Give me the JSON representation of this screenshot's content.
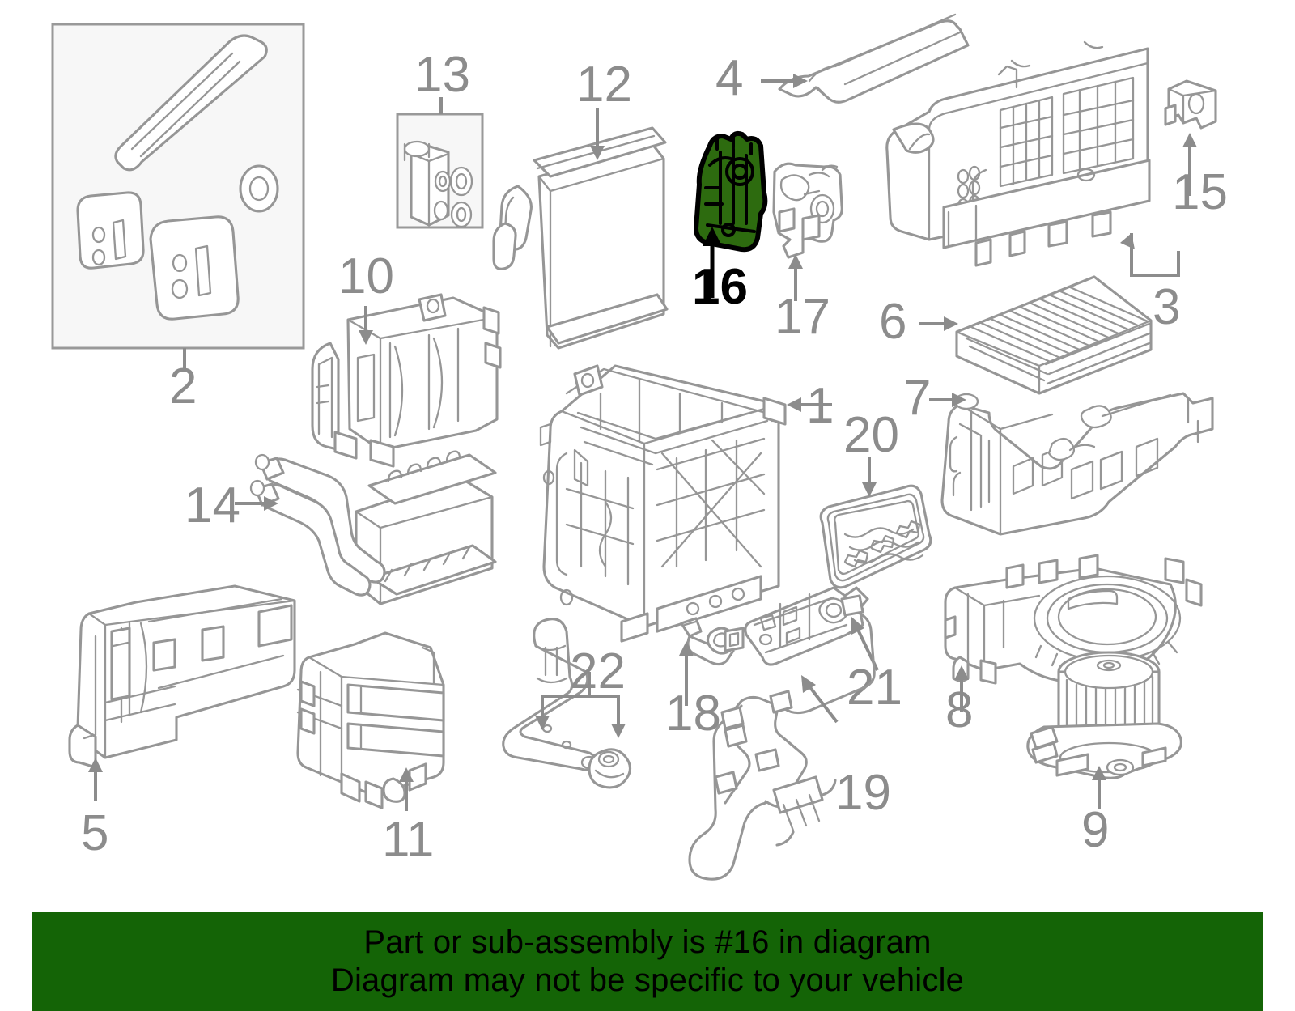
{
  "image_type": "automotive-parts-exploded-diagram",
  "subject": "HVAC heater / air conditioner unit exploded parts diagram",
  "highlight": {
    "callout_number": "16",
    "part_color": "#2d6b0f",
    "outline_color": "#000000",
    "description": "Highlighted actuator motor shown in green"
  },
  "banner": {
    "background_color": "#146406",
    "text_color": "#000000",
    "line1": "Part or sub-assembly is #16 in diagram",
    "line2": "Diagram may not be specific to your vehicle"
  },
  "callouts": [
    {
      "id": "1",
      "label": "1",
      "part": "hvac-case-assembly",
      "highlighted": false
    },
    {
      "id": "2",
      "label": "2",
      "part": "seal-and-gasket-group-boxed",
      "highlighted": false
    },
    {
      "id": "3",
      "label": "3",
      "part": "blower-housing",
      "highlighted": false
    },
    {
      "id": "4",
      "label": "4",
      "part": "air-duct",
      "highlighted": false
    },
    {
      "id": "5",
      "label": "5",
      "part": "side-case-bracket",
      "highlighted": false
    },
    {
      "id": "6",
      "label": "6",
      "part": "cabin-air-filter",
      "highlighted": false
    },
    {
      "id": "7",
      "label": "7",
      "part": "lower-case-half",
      "highlighted": false
    },
    {
      "id": "8",
      "label": "8",
      "part": "blower-scroll-housing",
      "highlighted": false
    },
    {
      "id": "9",
      "label": "9",
      "part": "blower-motor-fan",
      "highlighted": false
    },
    {
      "id": "10",
      "label": "10",
      "part": "case-side-cover",
      "highlighted": false
    },
    {
      "id": "11",
      "label": "11",
      "part": "rear-duct-case",
      "highlighted": false
    },
    {
      "id": "12",
      "label": "12",
      "part": "evaporator-core",
      "highlighted": false
    },
    {
      "id": "13",
      "label": "13",
      "part": "expansion-valve-kit-boxed",
      "highlighted": false
    },
    {
      "id": "14",
      "label": "14",
      "part": "heater-core",
      "highlighted": false
    },
    {
      "id": "15",
      "label": "15",
      "part": "bracket-clip",
      "highlighted": false
    },
    {
      "id": "16",
      "label": "16",
      "part": "mode-door-actuator-motor",
      "highlighted": true
    },
    {
      "id": "17",
      "label": "17",
      "part": "linkage-lever-arm",
      "highlighted": false
    },
    {
      "id": "18",
      "label": "18",
      "part": "temperature-sensor",
      "highlighted": false
    },
    {
      "id": "19",
      "label": "19",
      "part": "wiring-harness",
      "highlighted": false
    },
    {
      "id": "20",
      "label": "20",
      "part": "blower-resistor",
      "highlighted": false
    },
    {
      "id": "21",
      "label": "21",
      "part": "control-module-plate",
      "highlighted": false
    },
    {
      "id": "22",
      "label": "22",
      "part": "drain-hose-and-grommet",
      "highlighted": false
    }
  ]
}
